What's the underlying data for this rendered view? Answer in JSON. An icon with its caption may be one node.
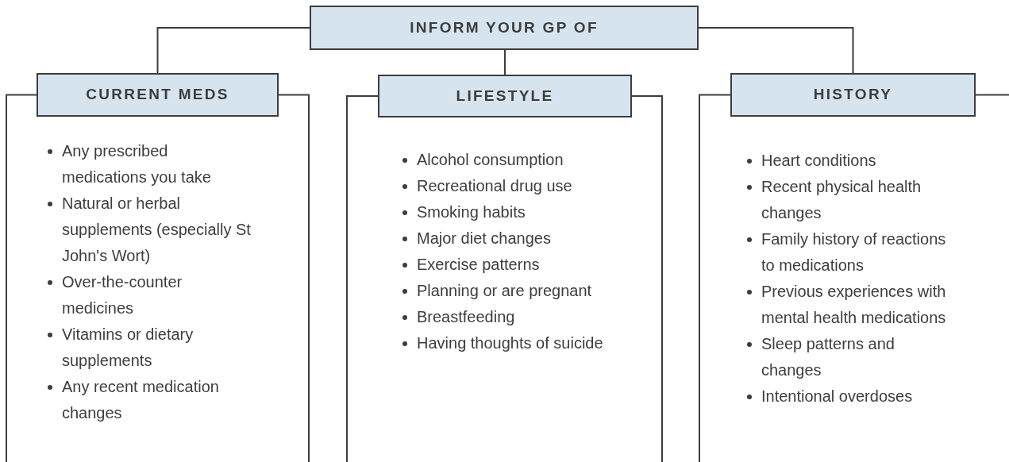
{
  "diagram": {
    "nodes": [
      {
        "text": [
          "INFORM YOUR GP OF"
        ]
      },
      {
        "text": [
          "CURRENT MEDS",
          "Any prescribed medications you take",
          "Natural or herbal supplements (especially St John's Wort)",
          "Over-the-counter medicines",
          "Vitamins or dietary supplements",
          "Any recent medication changes"
        ]
      },
      {
        "text": [
          "LIFESTYLE",
          "Alcohol consumption",
          "Recreational drug use",
          "Smoking habits",
          "Major diet changes",
          "Exercise patterns",
          "Planning or are pregnant",
          "Breastfeeding",
          "Having thoughts of suicide"
        ]
      },
      {
        "text": [
          "HISTORY",
          "Heart conditions",
          "Recent physical health changes",
          "Family history of reactions to medications",
          "Previous experiences with mental health medications",
          "Sleep patterns and changes",
          "Intentional overdoses"
        ]
      }
    ],
    "edges": [
      {
        "from": 0,
        "to": 1,
        "arrow": "none"
      },
      {
        "from": 0,
        "to": 2,
        "arrow": "none"
      },
      {
        "from": 0,
        "to": 3,
        "arrow": "none"
      }
    ]
  }
}
